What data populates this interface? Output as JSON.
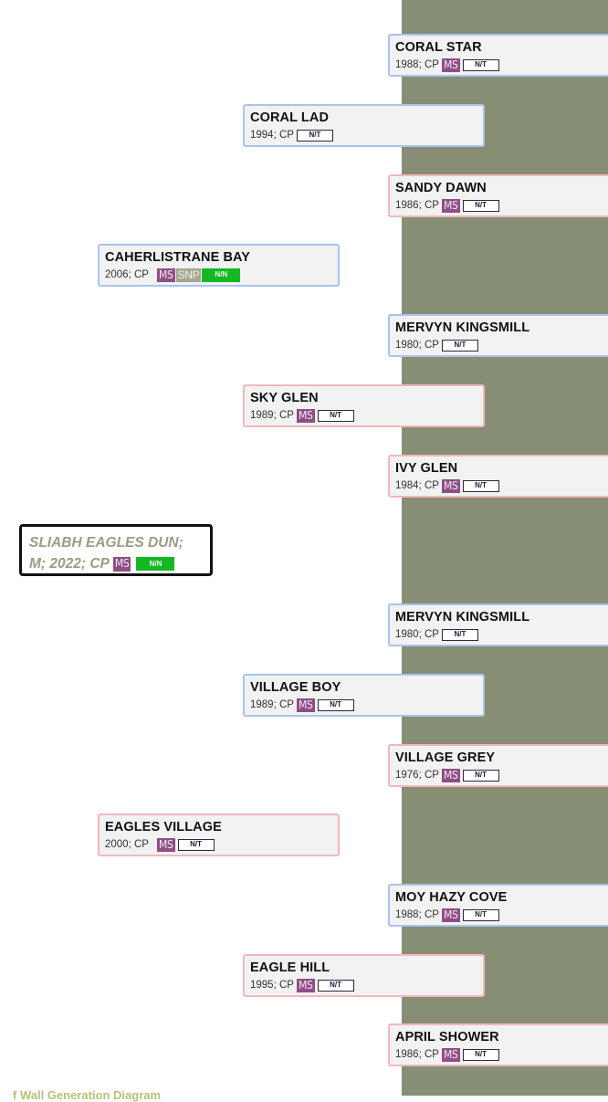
{
  "colors": {
    "panel": "#868e74",
    "male_border": "#a9c4ee",
    "female_border": "#f2b8bb",
    "ms_badge": "#8e4e86",
    "snp_badge": "#a7a790",
    "nn_badge": "#15b823",
    "subject_text": "#969e84"
  },
  "subject": {
    "line1": "SLIABH EAGLES DUN;",
    "line2": "M; 2022; CP",
    "ms": "MS",
    "status": "N/N"
  },
  "pedigree": {
    "sire": {
      "name": "CAHERLISTRANE BAY",
      "meta": "2006; CP",
      "ms": "MS",
      "snp": "SNP",
      "status": "N/N",
      "sire": {
        "name": "CORAL LAD",
        "meta": "1994; CP",
        "status": "N/T",
        "sire": {
          "name": "CORAL STAR",
          "meta": "1988; CP",
          "ms": "MS",
          "status": "N/T"
        },
        "dam": {
          "name": "SANDY DAWN",
          "meta": "1986; CP",
          "ms": "MS",
          "status": "N/T"
        }
      },
      "dam": {
        "name": "SKY GLEN",
        "meta": "1989; CP",
        "ms": "MS",
        "status": "N/T",
        "sire": {
          "name": "MERVYN KINGSMILL",
          "meta": "1980; CP",
          "status": "N/T"
        },
        "dam": {
          "name": "IVY GLEN",
          "meta": "1984; CP",
          "ms": "MS",
          "status": "N/T"
        }
      }
    },
    "dam": {
      "name": "EAGLES VILLAGE",
      "meta": "2000; CP",
      "ms": "MS",
      "status": "N/T",
      "sire": {
        "name": "VILLAGE BOY",
        "meta": "1989; CP",
        "ms": "MS",
        "status": "N/T",
        "sire": {
          "name": "MERVYN KINGSMILL",
          "meta": "1980; CP",
          "status": "N/T"
        },
        "dam": {
          "name": "VILLAGE GREY",
          "meta": "1976; CP",
          "ms": "MS",
          "status": "N/T"
        }
      },
      "dam": {
        "name": "EAGLE HILL",
        "meta": "1995; CP",
        "ms": "MS",
        "status": "N/T",
        "sire": {
          "name": "MOY HAZY COVE",
          "meta": "1988; CP",
          "ms": "MS",
          "status": "N/T"
        },
        "dam": {
          "name": "APRIL SHOWER",
          "meta": "1986; CP",
          "ms": "MS",
          "status": "N/T"
        }
      }
    }
  },
  "footer": {
    "text": "f Wall Generation Diagram"
  }
}
